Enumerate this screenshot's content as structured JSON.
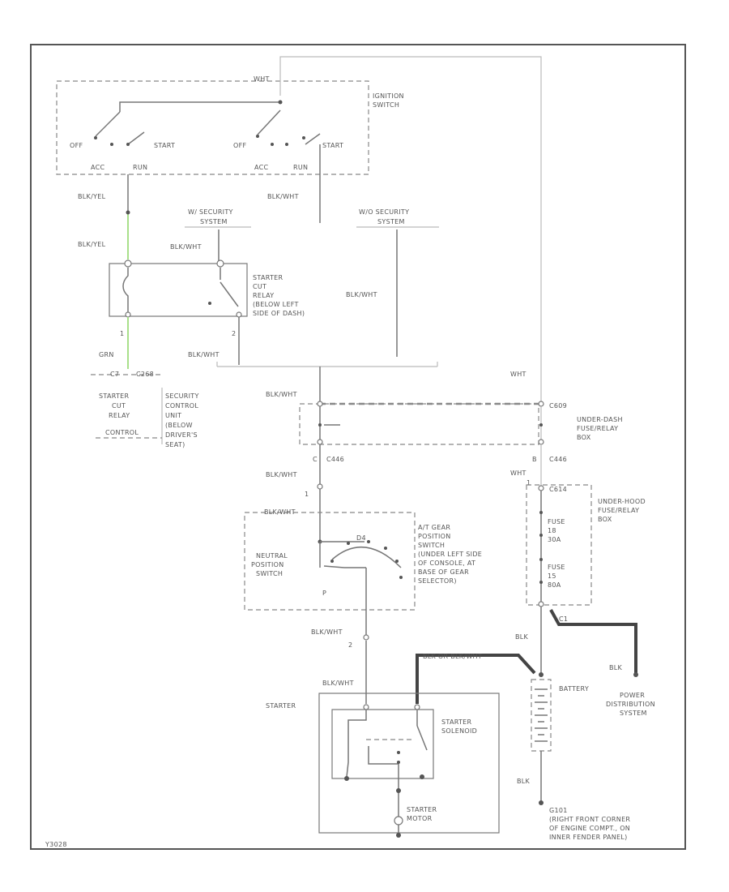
{
  "diagram": {
    "corner_code": "Y3028",
    "ignition": {
      "wire_top": "WHT",
      "title": [
        "IGNITION",
        "SWITCH"
      ],
      "left_off": "OFF",
      "left_start": "START",
      "left_acc": "ACC",
      "left_run": "RUN",
      "right_off": "OFF",
      "right_start": "START",
      "right_acc": "ACC",
      "right_run": "RUN"
    },
    "wire_blk_yel_1": "BLK/YEL",
    "wire_blk_wht_1": "BLK/WHT",
    "security_left": [
      "W/ SECURITY",
      "SYSTEM"
    ],
    "security_right": [
      "W/O SECURITY",
      "SYSTEM"
    ],
    "wire_blk_yel_2": "BLK/YEL",
    "wire_blk_wht_2": "BLK/WHT",
    "relay": {
      "label": [
        "STARTER",
        "CUT",
        "RELAY",
        "(BELOW LEFT",
        "SIDE OF DASH)"
      ],
      "pin_left": "1",
      "pin_right": "2"
    },
    "wire_blk_wht_3": "BLK/WHT",
    "wire_blk_wht_4": "BLK/WHT",
    "wire_grn": "GRN",
    "wire_orc": "C7",
    "pin_c200": "C268",
    "scu": {
      "left_label": [
        "STARTER",
        "CUT",
        "RELAY",
        "CONTROL"
      ],
      "right_label": [
        "SECURITY",
        "CONTROL",
        "UNIT",
        "(BELOW",
        "DRIVER'S",
        "SEAT)"
      ]
    },
    "wire_wht_upper": "WHT",
    "wire_blk_wht_5": "BLK/WHT",
    "underdash": {
      "label": [
        "UNDER-DASH",
        "FUSE/RELAY",
        "BOX"
      ],
      "pin_left": "C",
      "pin_right": "B",
      "conn_right": "C609"
    },
    "pin_c446": "C446",
    "pin_c446_r": "C446",
    "wire_blk_wht_6": "BLK/WHT",
    "wire_wht_2": "WHT",
    "pin_1": "1",
    "pin_1b": "1",
    "underhood": {
      "label": [
        "UNDER-HOOD",
        "FUSE/RELAY",
        "BOX"
      ],
      "conn": "C614",
      "fuse1": [
        "FUSE",
        "18",
        "30A"
      ],
      "fuse2": [
        "FUSE",
        "15",
        "80A"
      ]
    },
    "neutral": {
      "label": [
        "NEUTRAL",
        "POSITION",
        "SWITCH"
      ],
      "wire_in": "BLK/WHT",
      "pos_d4": "D4",
      "pos_p": "P"
    },
    "gear_switch": {
      "label": [
        "A/T GEAR",
        "POSITION",
        "SWITCH",
        "(UNDER LEFT SIDE",
        "OF CONSOLE, AT",
        "BASE OF GEAR",
        "SELECTOR)"
      ]
    },
    "wire_blk_wht_7": "BLK/WHT",
    "pin_2": "2",
    "wire_blk_1": "BLK",
    "wire_blk_or": "BLK OR BLK/WHT",
    "c1_pin": "C1",
    "wire_blk_2": "BLK",
    "battery": "BATTERY",
    "power_dist": [
      "POWER",
      "DISTRIBUTION",
      "SYSTEM"
    ],
    "wire_blk_wht_8": "BLK/WHT",
    "starter_label": "STARTER",
    "solenoid": [
      "STARTER",
      "SOLENOID"
    ],
    "motor": [
      "STARTER",
      "MOTOR"
    ],
    "wire_blk_3": "BLK",
    "ground": [
      "G101",
      "(RIGHT FRONT CORNER",
      "OF ENGINE COMPT., ON",
      "INNER FENDER PANEL)"
    ]
  }
}
